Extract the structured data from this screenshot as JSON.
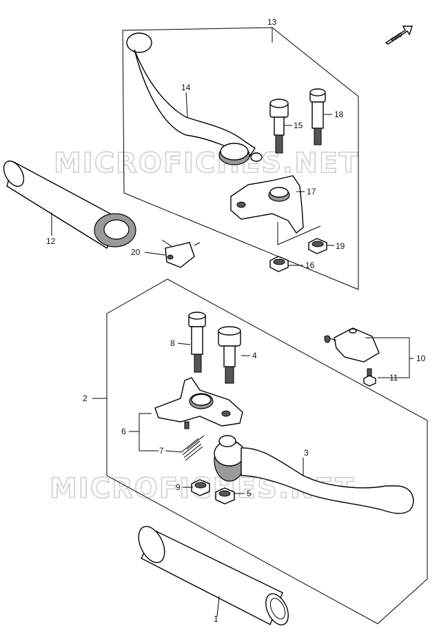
{
  "watermark": "MICROFICHES.NET",
  "fwd_badge": "FWD",
  "callouts": {
    "p1": "1",
    "p2": "2",
    "p3": "3",
    "p4": "4",
    "p5": "5",
    "p6": "6",
    "p7": "7",
    "p8": "8",
    "p9": "9",
    "p10": "10",
    "p11": "11",
    "p12": "12",
    "p13": "13",
    "p14": "14",
    "p15": "15",
    "p16": "16",
    "p17": "17",
    "p18": "18",
    "p19": "19",
    "p20": "20"
  }
}
